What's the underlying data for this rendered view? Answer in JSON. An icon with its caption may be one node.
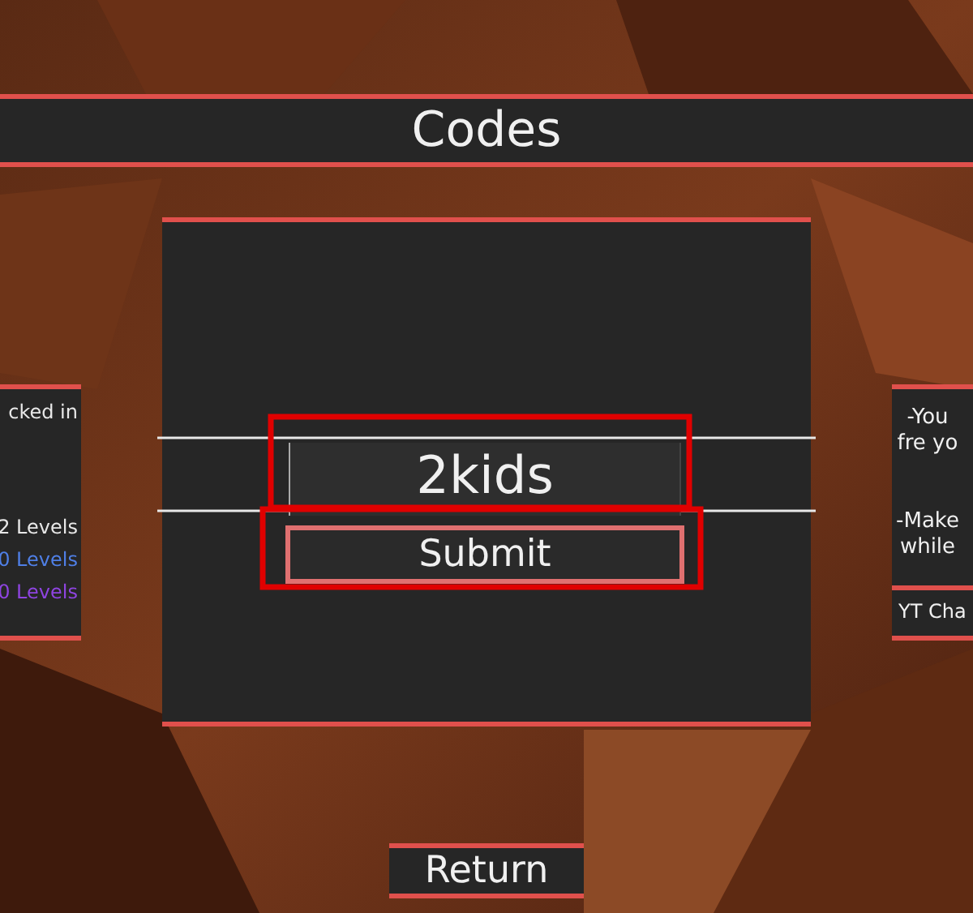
{
  "diagram": {
    "title": "Codes",
    "nodes": [
      {
        "text": [],
        "shape": "box"
      },
      {
        "text": [
          "2kids"
        ],
        "in": 0
      },
      {
        "text": [
          "Submit"
        ],
        "in": 0
      },
      {
        "text": [
          "cked in",
          "2 Levels",
          "0 Levels",
          "0 Levels"
        ]
      },
      {
        "text": [
          "-You fre yo",
          "-Make while"
        ]
      },
      {
        "text": [
          "YT Cha"
        ]
      },
      {
        "text": [
          "Return"
        ]
      }
    ]
  }
}
